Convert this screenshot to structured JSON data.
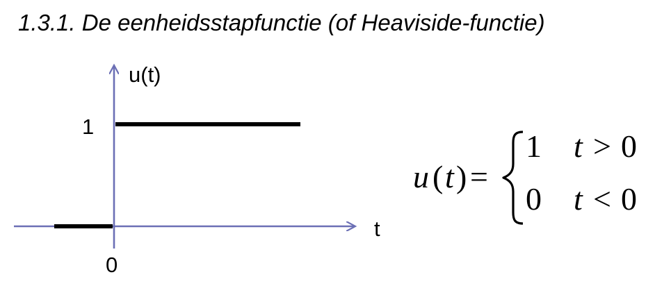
{
  "title": "1.3.1. De eenheidsstapfunctie (of Heaviside-functie)",
  "graph": {
    "y_axis_label": "u(t)",
    "x_axis_label": "t",
    "y_tick_label": "1",
    "origin_label": "0",
    "axis_color": "#6b6fb5",
    "line_color": "#000000"
  },
  "formula": {
    "lhs_func": "u",
    "lhs_open": "(",
    "lhs_var": "t",
    "lhs_close": ")",
    "equals": "=",
    "cases": [
      {
        "value": "1",
        "condition_var": "t",
        "condition_op": ">",
        "condition_rhs": "0"
      },
      {
        "value": "0",
        "condition_var": "t",
        "condition_op": "<",
        "condition_rhs": "0"
      }
    ]
  }
}
